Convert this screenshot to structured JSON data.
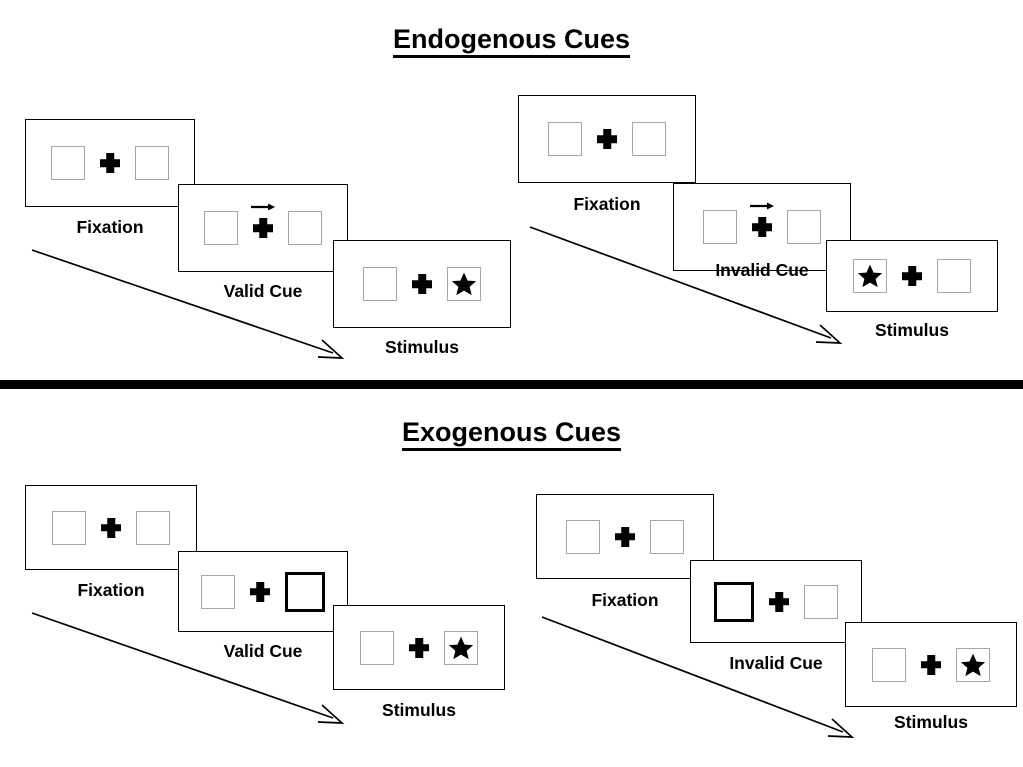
{
  "figure": {
    "title_endogenous": "Endogenous Cues",
    "title_exogenous": "Exogenous Cues"
  },
  "sections": [
    {
      "id": "endogenous",
      "title": "Endogenous Cues",
      "sequences": [
        {
          "id": "endogenous-valid",
          "side": "left",
          "cue_type": "arrow",
          "cue_direction": "right",
          "panels": [
            {
              "caption": "Fixation",
              "left_box": "empty",
              "right_box": "empty",
              "cue": "none",
              "stimulus_side": "none"
            },
            {
              "caption": "Valid Cue",
              "left_box": "empty",
              "right_box": "empty",
              "cue": "arrow-right",
              "stimulus_side": "none"
            },
            {
              "caption": "Stimulus",
              "left_box": "empty",
              "right_box": "star",
              "cue": "none",
              "stimulus_side": "right"
            }
          ]
        },
        {
          "id": "endogenous-invalid",
          "side": "right",
          "cue_type": "arrow",
          "cue_direction": "right",
          "panels": [
            {
              "caption": "Fixation",
              "left_box": "empty",
              "right_box": "empty",
              "cue": "none",
              "stimulus_side": "none"
            },
            {
              "caption": "Invalid Cue",
              "left_box": "empty",
              "right_box": "empty",
              "cue": "arrow-right",
              "stimulus_side": "none"
            },
            {
              "caption": "Stimulus",
              "left_box": "star",
              "right_box": "empty",
              "cue": "none",
              "stimulus_side": "left"
            }
          ]
        }
      ]
    },
    {
      "id": "exogenous",
      "title": "Exogenous Cues",
      "sequences": [
        {
          "id": "exogenous-valid",
          "side": "left",
          "cue_type": "box-highlight",
          "cue_direction": "right",
          "panels": [
            {
              "caption": "Fixation",
              "left_box": "empty",
              "right_box": "empty",
              "cue": "none",
              "stimulus_side": "none"
            },
            {
              "caption": "Valid Cue",
              "left_box": "empty",
              "right_box": "cued",
              "cue": "box-right",
              "stimulus_side": "none"
            },
            {
              "caption": "Stimulus",
              "left_box": "empty",
              "right_box": "star",
              "cue": "none",
              "stimulus_side": "right"
            }
          ]
        },
        {
          "id": "exogenous-invalid",
          "side": "right",
          "cue_type": "box-highlight",
          "cue_direction": "left",
          "panels": [
            {
              "caption": "Fixation",
              "left_box": "empty",
              "right_box": "empty",
              "cue": "none",
              "stimulus_side": "none"
            },
            {
              "caption": "Invalid Cue",
              "left_box": "cued",
              "right_box": "empty",
              "cue": "box-left",
              "stimulus_side": "none"
            },
            {
              "caption": "Stimulus",
              "left_box": "empty",
              "right_box": "star",
              "cue": "none",
              "stimulus_side": "right"
            }
          ]
        }
      ]
    }
  ],
  "labels": {
    "fixation": "Fixation",
    "valid_cue": "Valid Cue",
    "invalid_cue": "Invalid Cue",
    "stimulus": "Stimulus"
  },
  "colors": {
    "background": "#ffffff",
    "ink": "#000000",
    "box_border": "#a6a6a6",
    "cued_box_border": "#000000",
    "panel_border": "#000000",
    "divider": "#000000"
  }
}
